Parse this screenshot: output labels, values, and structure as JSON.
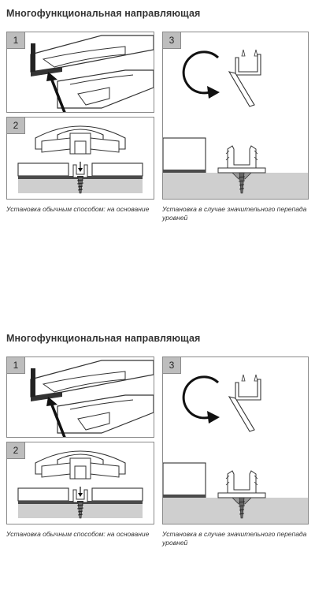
{
  "sheets": [
    {
      "title": "Многофункциональная направляющая",
      "panels": [
        {
          "number": "1"
        },
        {
          "number": "2"
        },
        {
          "number": "3"
        }
      ],
      "captions": {
        "left": "Установка обычным способом: на основание",
        "right": "Установка в случае значительного перепада уровней"
      }
    },
    {
      "title": "Многофункциональная направляющая",
      "panels": [
        {
          "number": "1"
        },
        {
          "number": "2"
        },
        {
          "number": "3"
        }
      ],
      "captions": {
        "left": "Установка обычным способом: на основание",
        "right": "Установка в случае значительного перепада уровней"
      }
    }
  ],
  "icons": {
    "arrow": "installation-arrow-icon",
    "rotate": "rotate-arrow-icon",
    "screw": "screw-icon"
  },
  "colors": {
    "number_tab": "#bdbdbd",
    "floor_base": "#cfcfcf",
    "dark_strip": "#4a4a4a"
  }
}
